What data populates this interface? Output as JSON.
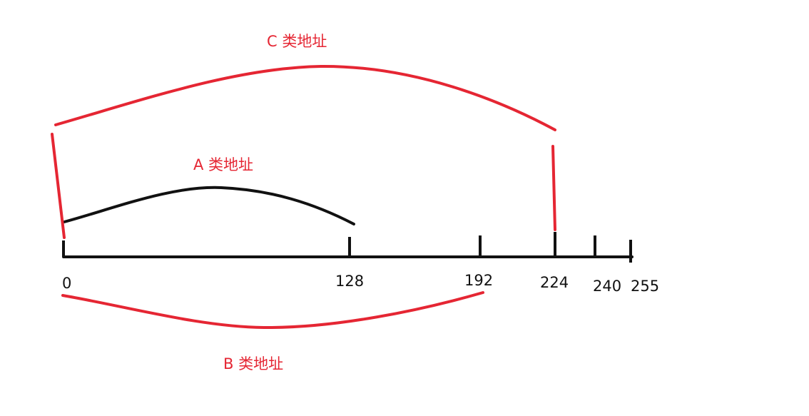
{
  "colors": {
    "axis": "#111111",
    "red": "#e52633",
    "black": "#111111"
  },
  "axis": {
    "ticks": [
      0,
      128,
      192,
      224,
      240,
      255
    ]
  },
  "ranges": {
    "a": {
      "label": "A 类地址",
      "start": 0,
      "end": 128,
      "color": "#111111"
    },
    "b": {
      "label": "B 类地址",
      "start": 0,
      "end": 192,
      "color": "#e52633"
    },
    "c": {
      "label": "C 类地址",
      "start": 0,
      "end": 224,
      "color": "#e52633"
    }
  }
}
